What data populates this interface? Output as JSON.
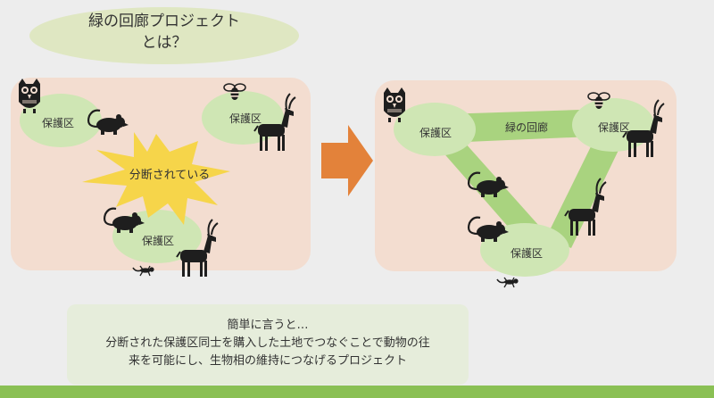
{
  "title": {
    "line1": "緑の回廊プロジェクト",
    "line2": "とは？"
  },
  "before": {
    "reserve_label": "保護区",
    "fragmented_label": "分断されている"
  },
  "after": {
    "reserve_label": "保護区",
    "corridor_label": "緑の回廊"
  },
  "caption": {
    "line1": "簡単に言うと…",
    "line2": "分断された保護区同士を購入した土地でつなぐことで動物の往",
    "line3": "来を可能にし、生物相の維持につなげるプロジェクト"
  },
  "colors": {
    "panel_bg": "#f3ddd0",
    "reserve_green": "#cfe6b4",
    "corridor_green": "#a9d37f",
    "burst_yellow": "#f6d54a",
    "arrow_orange": "#e3823a",
    "footer_bar": "#8ac054",
    "title_bg": "#dfe7c2"
  },
  "icons": [
    "owl-icon",
    "bee-icon",
    "rat-icon",
    "deer-icon",
    "lizard-icon"
  ]
}
